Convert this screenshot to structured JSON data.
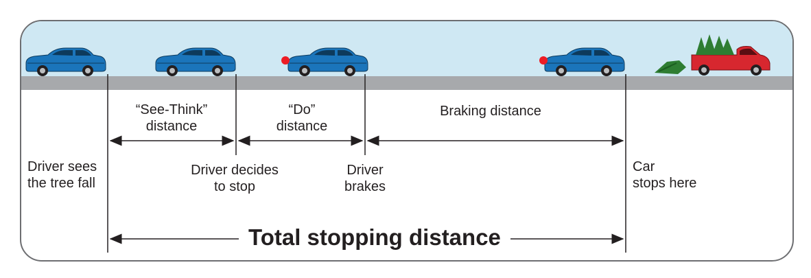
{
  "colors": {
    "sky": "#cfe8f3",
    "road": "#a7a9ac",
    "car_body": "#1b75bb",
    "truck_body": "#d7272f",
    "brake_light": "#ed1c24",
    "tree": "#2e7d32",
    "line": "#231f20"
  },
  "segments": {
    "see_think": "“See-Think”\ndistance",
    "do": "“Do”\ndistance",
    "braking": "Braking distance"
  },
  "events": {
    "sees_tree": "Driver sees\nthe tree fall",
    "decides": "Driver decides\nto stop",
    "brakes": "Driver\nbrakes",
    "stops": "Car\nstops here"
  },
  "total": "Total stopping distance"
}
